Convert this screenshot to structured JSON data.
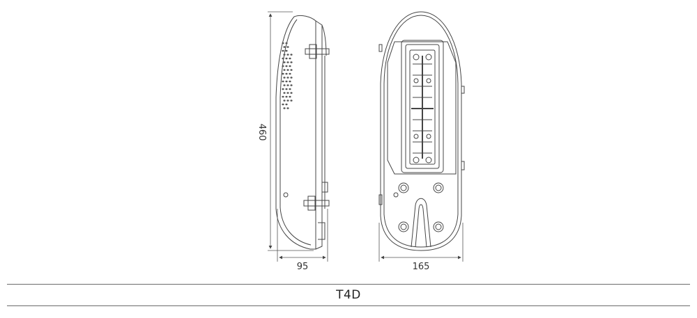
{
  "dimensions": {
    "height": "460",
    "side_width": "95",
    "front_width": "165"
  },
  "caption": "T4D"
}
